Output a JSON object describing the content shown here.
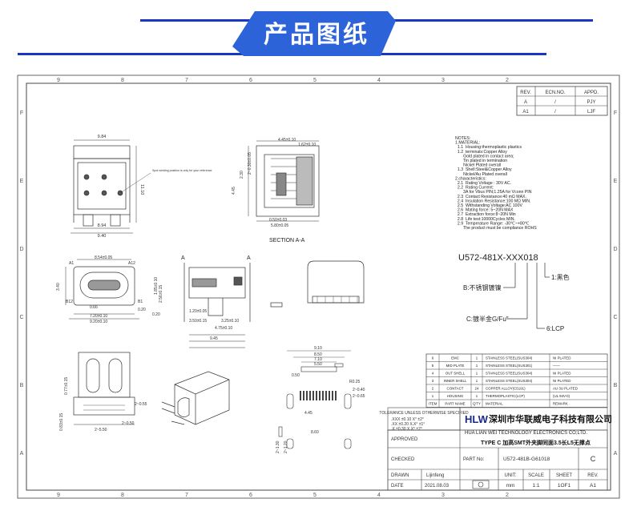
{
  "banner": {
    "title": "产品图纸",
    "accent": "#2d63d8",
    "line": "#1a36c8"
  },
  "frame": {
    "top_cols": [
      "9",
      "8",
      "7",
      "6",
      "5",
      "4",
      "3",
      "2"
    ],
    "bottom_cols": [
      "9",
      "8",
      "7",
      "6",
      "5",
      "4",
      "3",
      "2"
    ],
    "rows": [
      "F",
      "E",
      "D",
      "C",
      "B",
      "A"
    ]
  },
  "revision": {
    "headers": [
      "REV.",
      "ECN.NO.",
      "APPD."
    ],
    "rows": [
      [
        "A",
        "/",
        "PJY"
      ],
      [
        "A1",
        "/",
        "LJF"
      ]
    ]
  },
  "notes": {
    "lines": [
      "NOTES:",
      "1.MATERIAL:",
      "  1.1  Housing:thermoplastic plastics",
      "  1.2  terminals:Copper Alloy",
      "       Gold plated in contact area;",
      "       Tin plated in termination",
      "       Nickel Plated overall",
      "  1.3  Shell:Steel&Copper Alloy",
      "       Nickel/Au Plated overall",
      "2.characteristics:",
      "  2.1  Rating Voltage : 30V AC.",
      "  2.2  Rating Current:",
      "       3A for Vbus PIN;1.25A for Vconn PIN",
      "  2.3  Contact Resistance:40 mΩ MAX.",
      "  2.4  Insulation Resistance:100 MΩ MIN.",
      "  2.5  Withstanding Voltage:AC 100V",
      "  2.6  Mating force: 5~20N MAX",
      "  2.7  Extraction force:8~20N Min",
      "  2.8  Life test:10000Cycles MIN.",
      "  2.9  Temperature Range: -30℃~+80℃",
      "       The product must be compliance ROHS"
    ]
  },
  "part_code": {
    "code": "U572-481X-XXX018",
    "callouts": [
      "1:黑色",
      "B:不锈钢镀镍",
      "C:镀半金G/Fu\"",
      "6:LCP"
    ]
  },
  "bom": {
    "headers": [
      "ITEM",
      "PART NAME",
      "Q'TY",
      "MATERIAL",
      "REMARK"
    ],
    "rows": [
      [
        "6",
        "EMC",
        "1",
        "STAINLESS STEEL(SUS304)",
        "NI PLATED"
      ],
      [
        "5",
        "MID PLATE",
        "1",
        "STAINLESS STEEL(SUS301)",
        "——"
      ],
      [
        "4",
        "OUT SHELL",
        "1",
        "STAINLESS STEEL(SUS304)",
        "NI PLATED"
      ],
      [
        "3",
        "INNER SHELL",
        "1",
        "STAINLESS STEEL(SUS304)",
        "NI PLATED"
      ],
      [
        "2",
        "CONTACT",
        "24",
        "COPPER ALLOY(C5191)",
        "AU 3U PLATED"
      ],
      [
        "1",
        "HOUSING",
        "1",
        "THERMOPLASTIC(LCP)",
        "(UL 94V-0)"
      ]
    ]
  },
  "tolerance": {
    "header": "TOLERANCE UNLESS OTHERWISE SPECIFIED",
    "rows": [
      ".XXX ±0.10   X°  ±2°",
      ".XX  ±0.20   X.X° ±1°",
      ".X   ±0.30   X.X° ±2°"
    ]
  },
  "title_block": {
    "logo": "HLW",
    "company_cn": "深圳市华联威电子科技有限公司",
    "company_en": "HUA LIAN WEI TECHNOLOGY ELECTRONICS CO;LTD.",
    "approved": "APPROVED",
    "checked": "CHECKED",
    "drawn": "DRAWN",
    "date_label": "DATE",
    "drawn_by": "Lijinfeng",
    "date": "2021.08.03",
    "description": "TYPE C  加高SMT外夹脚同面3.5长L5无撑点",
    "part_no_label": "PART No:",
    "part_no": "U572-481B-G61018",
    "rev_size": "C",
    "unit_label": "UNIT:",
    "scale_label": "SCALE",
    "sheet_label": "SHEET",
    "rev_label": "REV.",
    "unit": "mm",
    "scale": "1:1",
    "sheet": "1OF1",
    "rev": "A1"
  },
  "views": {
    "section_label": "SECTION A-A",
    "section_mark": "A",
    "dims_top": [
      "9.84",
      "11.10",
      "8.94",
      "9.40"
    ],
    "dims_section": [
      "4.45±0.10",
      "1.62±0.10",
      "2~0.30±0.05",
      "4.45",
      "2.30",
      "0.50±0.03",
      "5.80±0.05"
    ],
    "note_small": "Spot welding position is only for your reference",
    "dims_front": [
      "8.54±0.05",
      "A12",
      "A1",
      "B12",
      "B1",
      "3.40",
      "0.66",
      "7.20±0.10",
      "9.20±0.10",
      "0.20"
    ],
    "dims_side": [
      "1.20±0.05",
      "3.50±0.15",
      "4.75±0.10",
      "9.45",
      "0.20",
      "2.56±0.15",
      "1.85±0.10",
      "3.25±0.10"
    ],
    "dims_bottom": [
      "0.77±0.15",
      "2~0.55",
      "2~5.50",
      "2~0.50",
      "0.83±0.15",
      "0.50",
      "9.10",
      "8.50",
      "7.10",
      "5.50",
      "4.45",
      "8.60",
      "2~1.30",
      "2~1.20",
      "2~0.40",
      "R0.25",
      "2~0.65"
    ]
  }
}
